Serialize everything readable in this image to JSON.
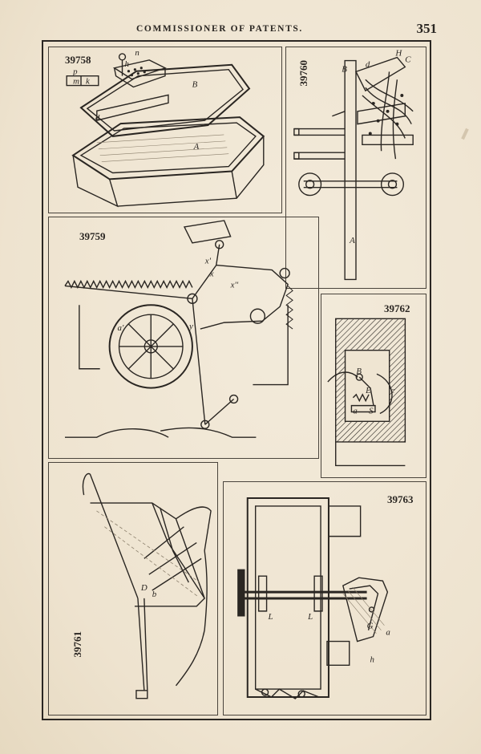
{
  "header": {
    "running_head": "COMMISSIONER OF PATENTS.",
    "page_number": "351"
  },
  "plates": [
    {
      "id": "39758",
      "labels": [
        "n",
        "h",
        "p",
        "m",
        "k",
        "B",
        "d",
        "A"
      ]
    },
    {
      "id": "39760",
      "labels": [
        "B",
        "d",
        "H",
        "C",
        "A"
      ]
    },
    {
      "id": "39759",
      "labels": [
        "x'",
        "x",
        "x''",
        "a'",
        "y"
      ]
    },
    {
      "id": "39762",
      "labels": [
        "B",
        "E",
        "c",
        "a",
        "S"
      ]
    },
    {
      "id": "39761",
      "labels": [
        "D",
        "b"
      ]
    },
    {
      "id": "39763",
      "labels": [
        "L",
        "L",
        "G",
        "a",
        "h"
      ]
    }
  ],
  "colors": {
    "paper": "#f1e8d6",
    "ink": "#2a2622"
  }
}
